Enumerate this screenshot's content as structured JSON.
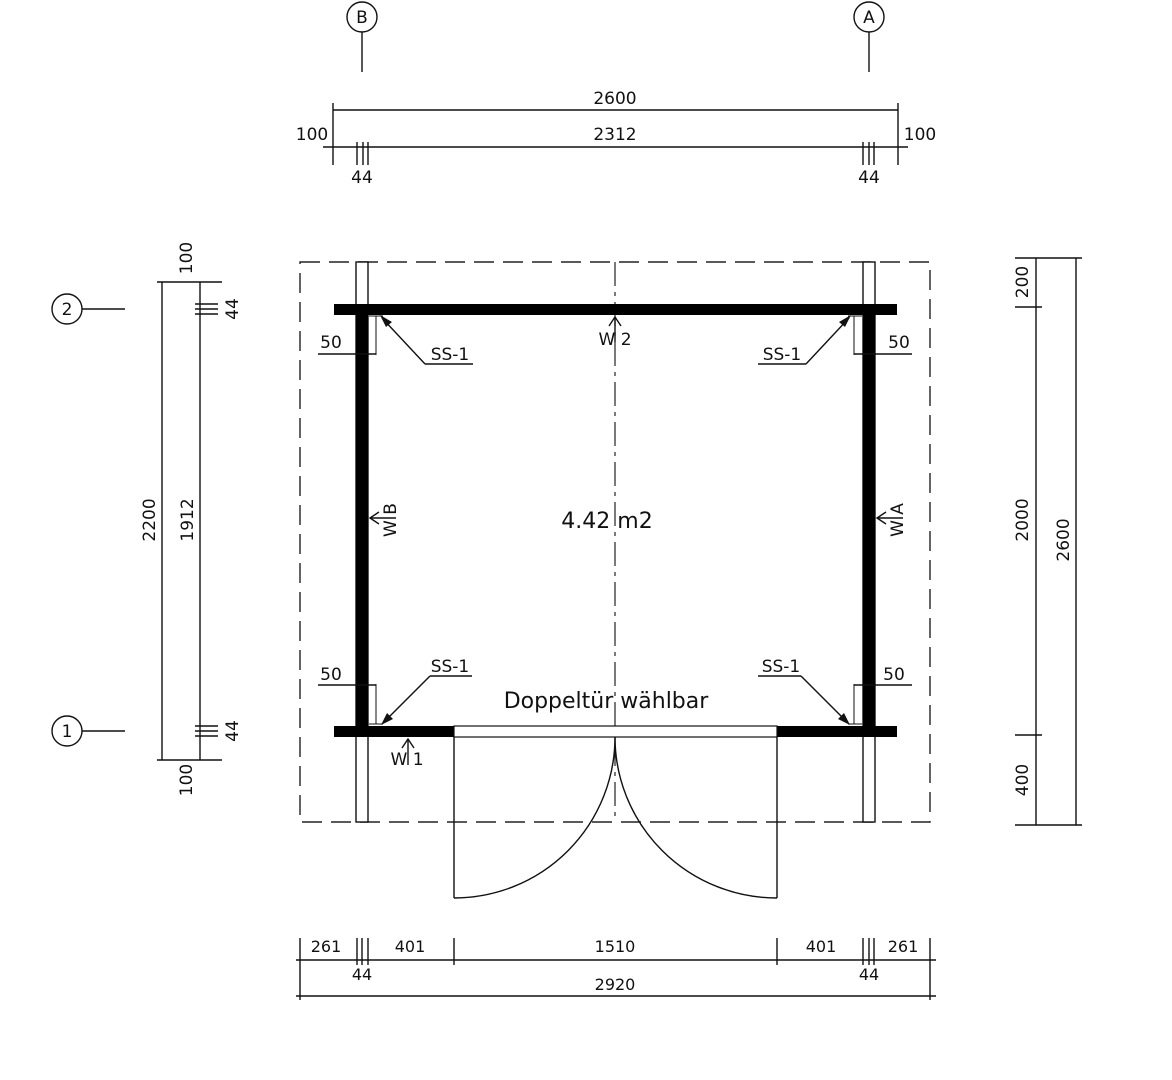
{
  "grid": {
    "col_b": "B",
    "col_a": "A",
    "row_2": "2",
    "row_1": "1"
  },
  "dims_top": {
    "overall": "2600",
    "inner": "2312",
    "left_overhang": "100",
    "right_overhang": "100",
    "left_wall": "44",
    "right_wall": "44"
  },
  "dims_left": {
    "top_overhang": "100",
    "top_wall": "44",
    "inner": "1912",
    "overall": "2200",
    "bottom_wall": "44",
    "bottom_overhang": "100"
  },
  "dims_right": {
    "top": "200",
    "middle": "2000",
    "bottom": "400",
    "overall": "2600"
  },
  "dims_bottom": {
    "seg1": "261",
    "seg2": "401",
    "seg3": "1510",
    "seg4": "401",
    "seg5": "261",
    "wall_left": "44",
    "wall_right": "44",
    "overall": "2920"
  },
  "plan": {
    "area": "4.42 m2",
    "door_note": "Doppeltür wählbar",
    "wall_top": "W 2",
    "wall_left": "W B",
    "wall_right": "W A",
    "wall_bottom": "W 1",
    "screw_tl": "SS-1",
    "screw_tr": "SS-1",
    "screw_bl": "SS-1",
    "screw_br": "SS-1",
    "offset_tl": "50",
    "offset_tr": "50",
    "offset_bl": "50",
    "offset_br": "50"
  }
}
